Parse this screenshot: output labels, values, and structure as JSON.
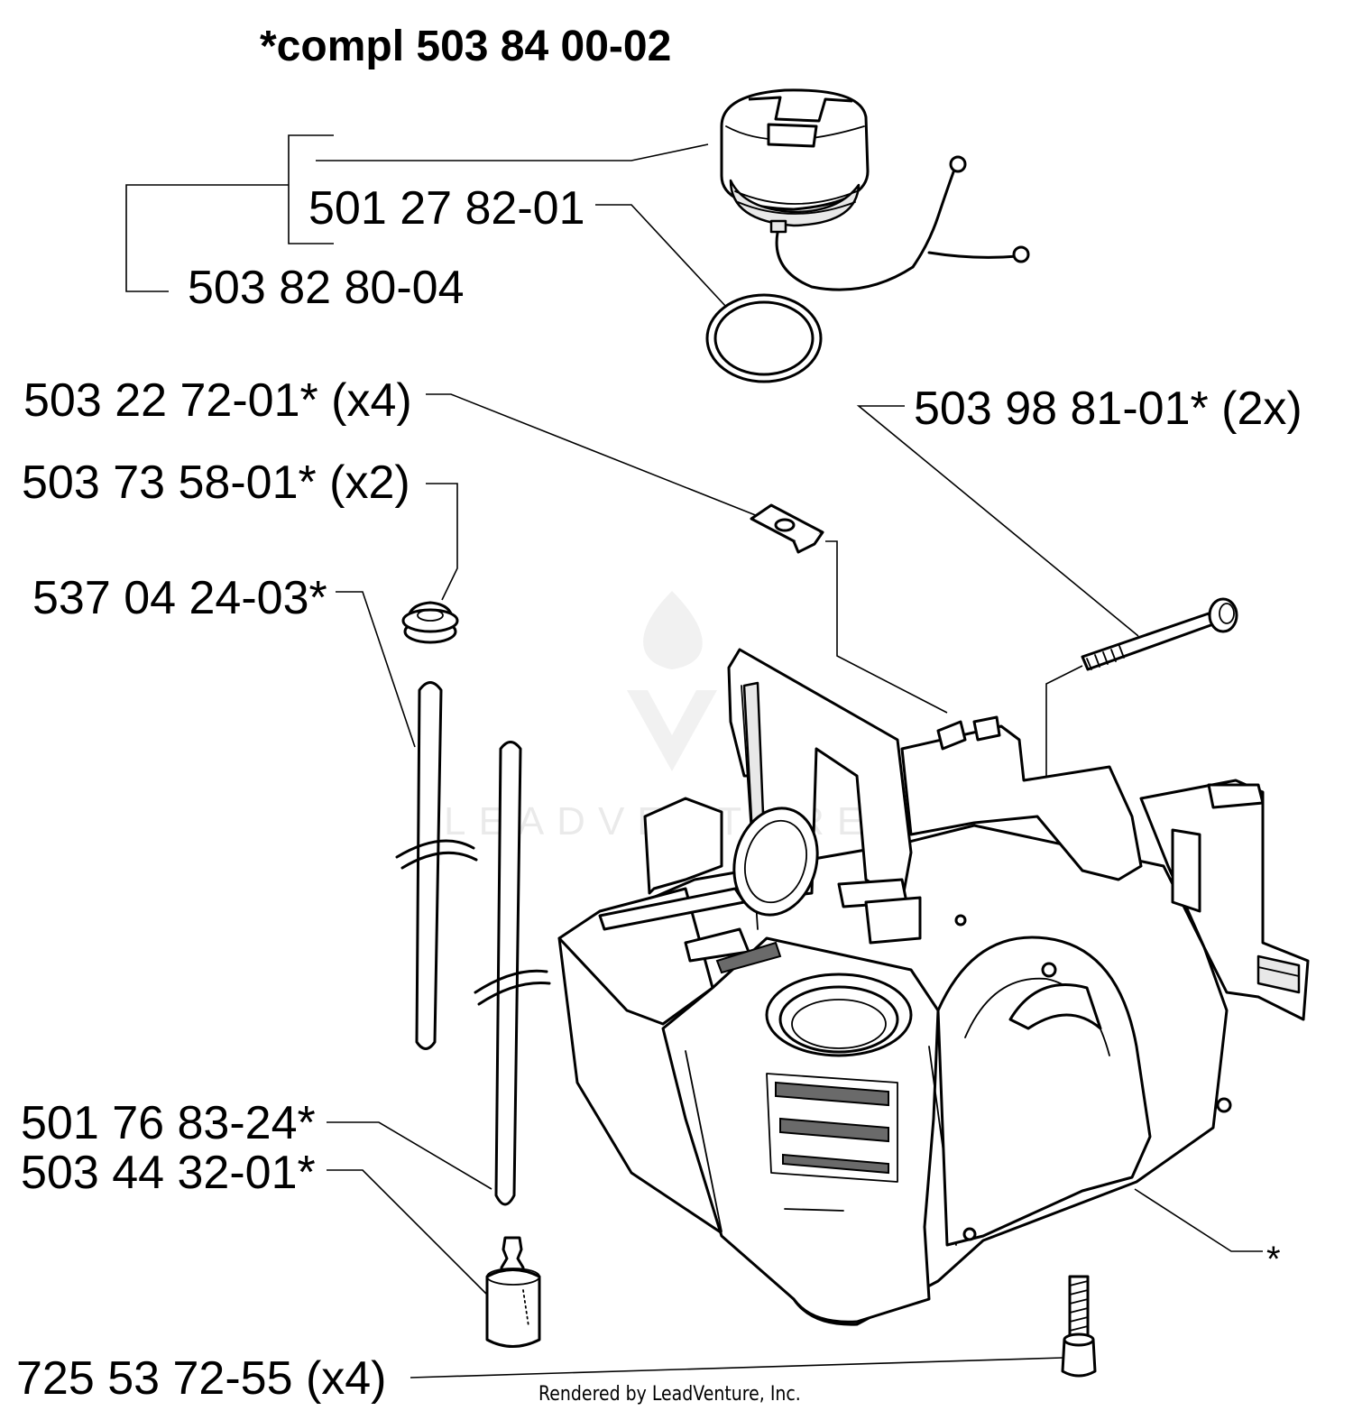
{
  "title": "*compl 503 84 00-02",
  "labels": {
    "p1": "501 27 82-01",
    "p2": "503 82 80-04",
    "p3": "503 22 72-01* (x4)",
    "p4": "503 98 81-01* (2x)",
    "p5": "503 73 58-01* (x2)",
    "p6": "537 04 24-03*",
    "p7": "501 76 83-24*",
    "p8": "503 44 32-01*",
    "p9": "725 53 72-55 (x4)",
    "p10": "*"
  },
  "watermark": "LEADVENTURE",
  "footer": "Rendered by LeadVenture, Inc."
}
